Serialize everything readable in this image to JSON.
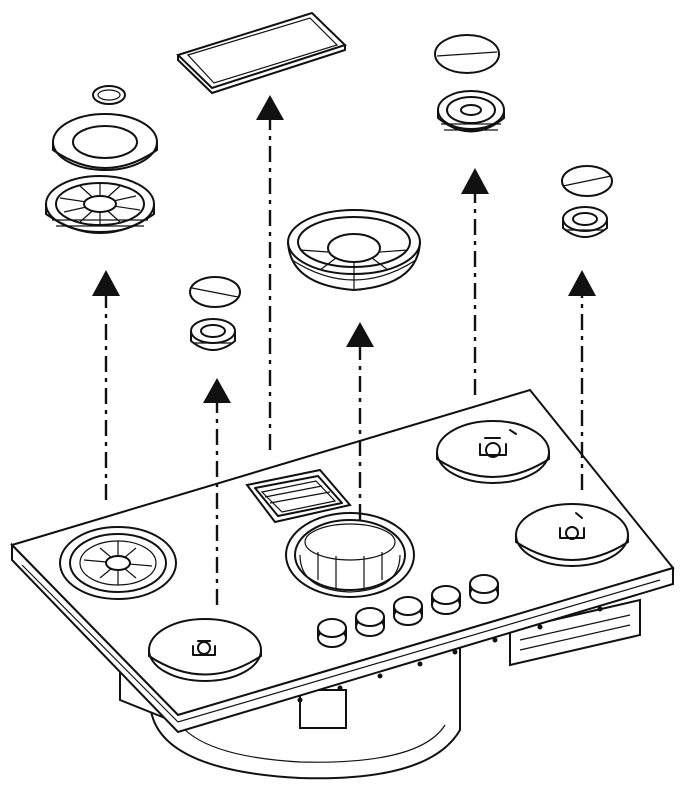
{
  "diagram": {
    "type": "exploded-assembly-view",
    "colors": {
      "ink": "#111111",
      "background": "#ffffff"
    },
    "parts": [
      "large-burner-cap-small",
      "large-burner-flame-ring",
      "large-burner-head",
      "griddle-plate",
      "wok-burner-crown",
      "rear-right-burner-cap",
      "rear-right-burner-head",
      "right-burner-cap",
      "right-burner-head",
      "front-left-burner-cap",
      "front-left-burner-head",
      "hob-body",
      "control-knobs"
    ]
  }
}
